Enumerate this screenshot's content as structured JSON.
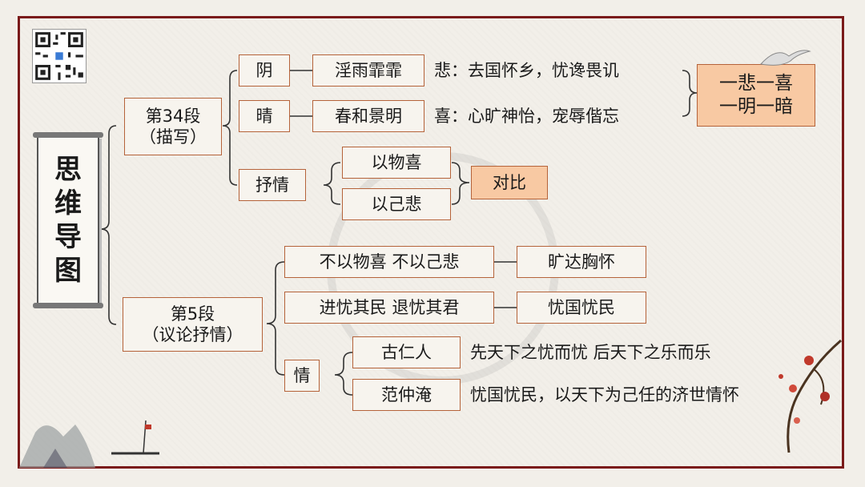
{
  "root": {
    "chars": [
      "思",
      "维",
      "导",
      "图"
    ]
  },
  "sec34": {
    "label_line1": "第34段",
    "label_line2": "（描写）",
    "yin": "阴",
    "qing_sunny": "晴",
    "shuqing": "抒情",
    "yin_scene": "淫雨霏霏",
    "qing_scene": "春和景明",
    "yin_mood": "悲：去国怀乡，忧谗畏讥",
    "qing_mood": "喜：心旷神怡，宠辱偕忘",
    "summary_line1": "一悲一喜",
    "summary_line2": "一明一暗",
    "yiwuxi": "以物喜",
    "yijibei": "以己悲",
    "contrast": "对比"
  },
  "sec5": {
    "label_line1": "第5段",
    "label_line2": "（议论抒情）",
    "row1": "不以物喜 不以己悲",
    "row1_result": "旷达胸怀",
    "row2": "进忧其民 退忧其君",
    "row2_result": "忧国忧民",
    "qing_emotion": "情",
    "gurenren": "古仁人",
    "fanzhongyan": "范仲淹",
    "gurenren_quote": "先天下之忧而忧 后天下之乐而乐",
    "fanzhongyan_quote": "忧国忧民，以天下为己任的济世情怀"
  }
}
